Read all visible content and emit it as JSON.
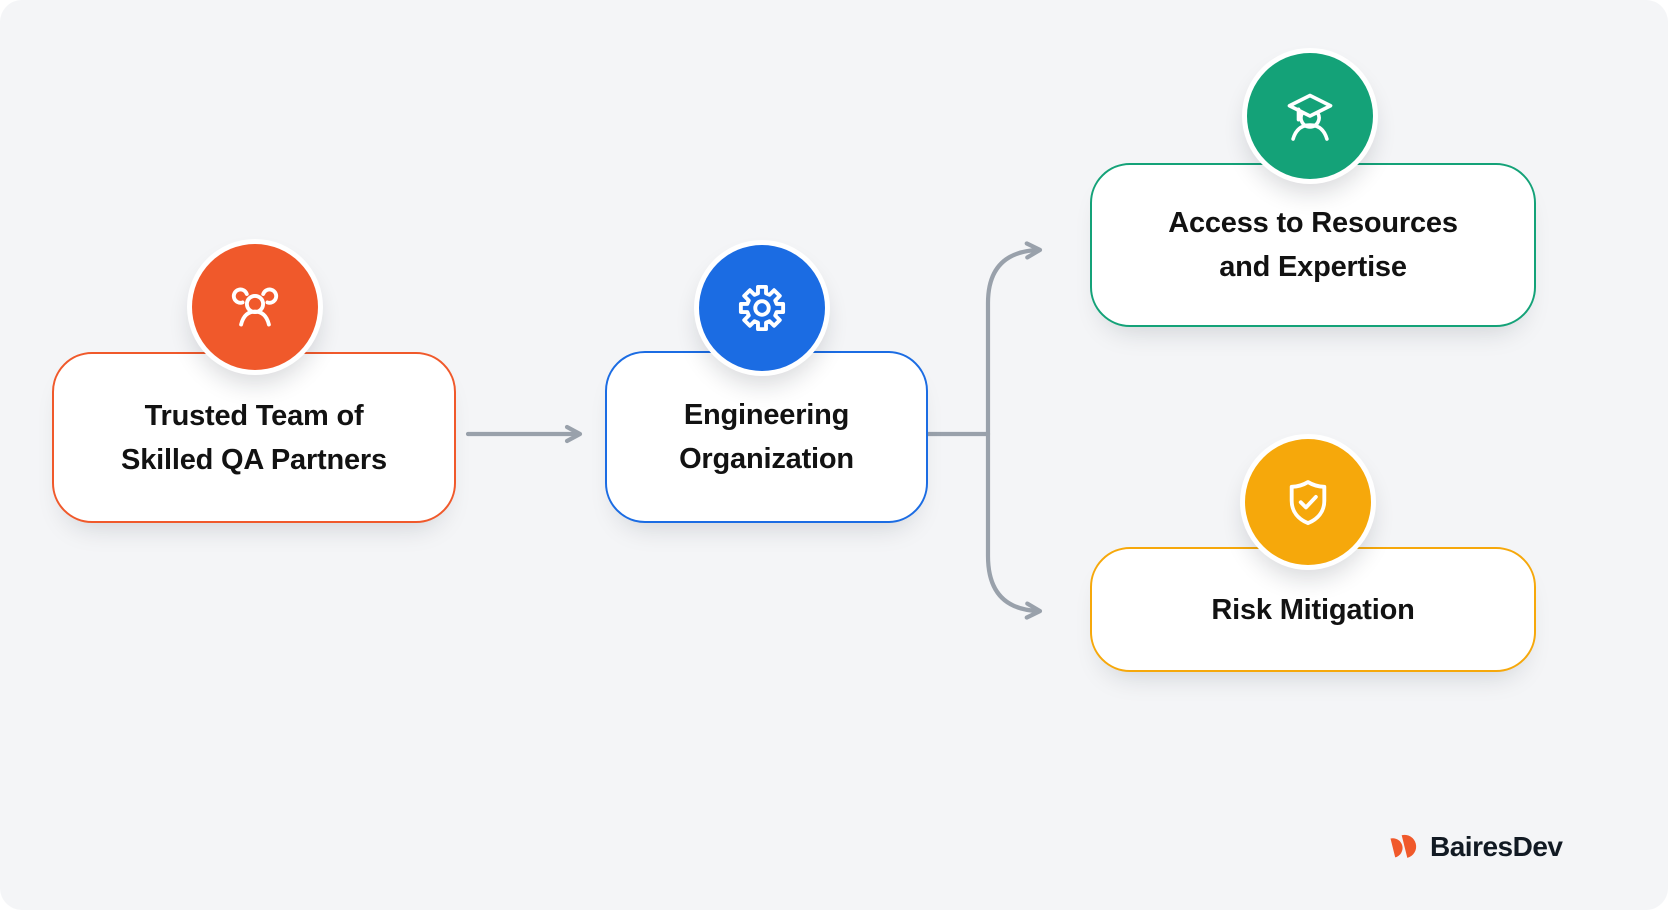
{
  "diagram": {
    "cards": {
      "trusted_team": {
        "line1": "Trusted Team of",
        "line2": "Skilled QA Partners",
        "icon": "team-icon",
        "accent": "#F0592B"
      },
      "engineering_org": {
        "line1": "Engineering",
        "line2": "Organization",
        "icon": "gear-icon",
        "accent": "#1B6CE3"
      },
      "access_resources": {
        "line1": "Access to Resources",
        "line2": "and Expertise",
        "icon": "graduate-icon",
        "accent": "#14A278"
      },
      "risk_mitigation": {
        "line1": "Risk Mitigation",
        "icon": "shield-check-icon",
        "accent": "#F6A80B"
      }
    },
    "flow": [
      "Trusted Team of Skilled QA Partners -> Engineering Organization",
      "Engineering Organization -> Access to Resources and Expertise",
      "Engineering Organization -> Risk Mitigation"
    ],
    "connector_color": "#99A1AB"
  },
  "colors": {
    "background": "#F4F5F7",
    "card_bg": "#FFFFFF",
    "text": "#121212"
  },
  "footer": {
    "brand": "BairesDev",
    "brand_color": "#121A23",
    "mark_color": "#F0592B"
  }
}
